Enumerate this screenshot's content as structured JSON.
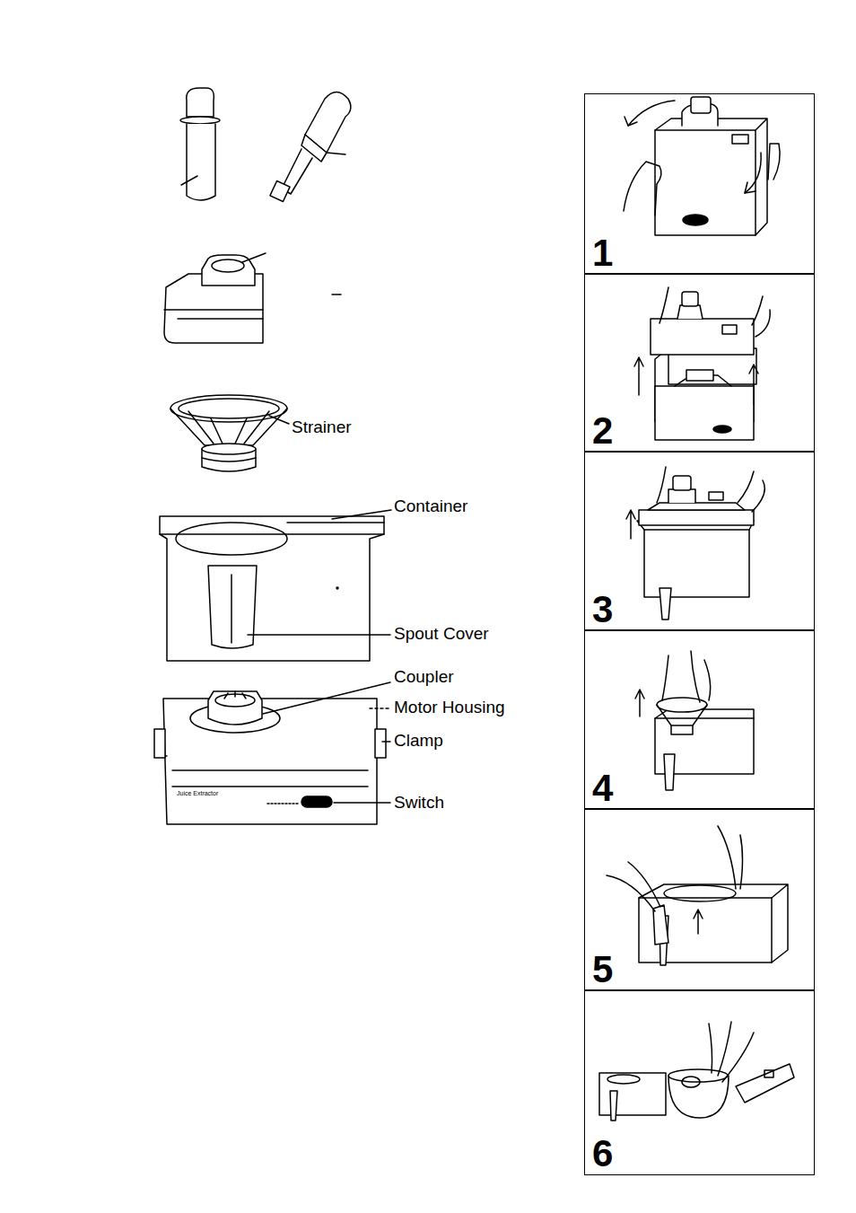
{
  "diagram": {
    "nodes": [
      {
        "text": [
          "1"
        ]
      },
      {
        "text": [
          "2"
        ]
      },
      {
        "text": [
          "3"
        ]
      },
      {
        "text": [
          "4"
        ]
      },
      {
        "text": [
          "5"
        ]
      },
      {
        "text": [
          "6"
        ]
      }
    ],
    "labels": [
      "Strainer",
      "Container",
      "Spout Cover",
      "Coupler",
      "Motor Housing",
      "Clamp",
      "Switch",
      "Juice Extractor"
    ]
  }
}
